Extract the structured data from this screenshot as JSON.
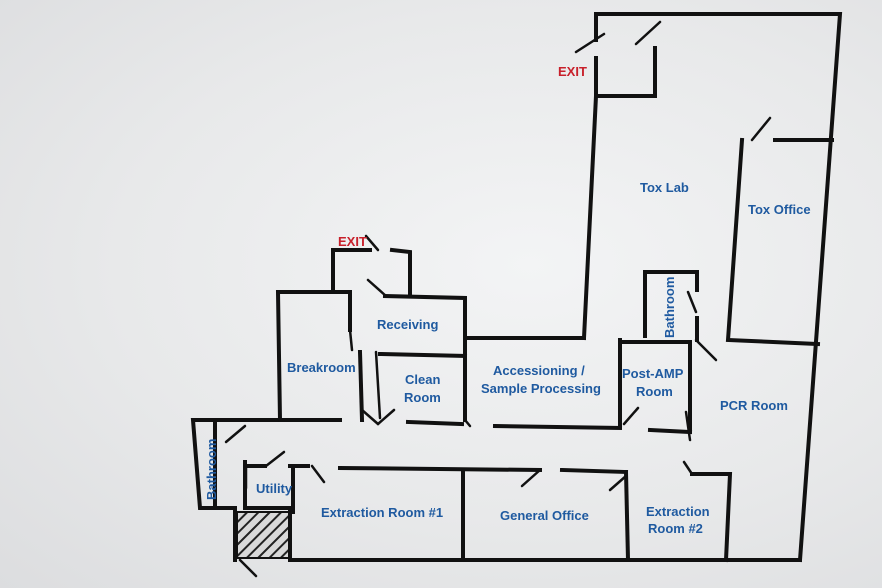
{
  "floor_plan": {
    "exits": [
      "EXIT",
      "EXIT"
    ],
    "rooms": {
      "tox_lab": "Tox Lab",
      "tox_office": "Tox Office",
      "bathroom_upper": "Bathroom",
      "receiving": "Receiving",
      "breakroom": "Breakroom",
      "clean_room": [
        "Clean",
        "Room"
      ],
      "accessioning": [
        "Accessioning /",
        "Sample Processing"
      ],
      "post_amp": [
        "Post-AMP",
        "Room"
      ],
      "pcr_room": "PCR Room",
      "bathroom_lower": "Bathroom",
      "utility": "Utility",
      "extraction_1": "Extraction Room #1",
      "general_office": "General Office",
      "extraction_2": [
        "Extraction",
        "Room #2"
      ]
    }
  }
}
